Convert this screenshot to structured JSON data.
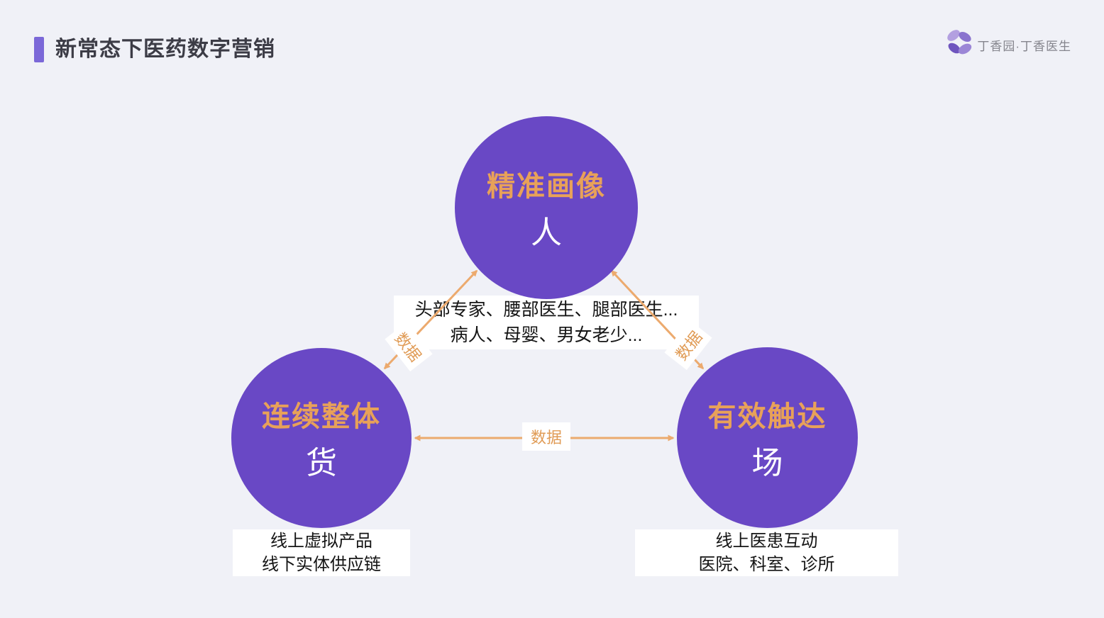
{
  "colors": {
    "bg": "#F0F1F7",
    "purple": "#6948C5",
    "bar": "#7B68D8",
    "title_color": "#3C3C46",
    "brand_color": "#85858D",
    "orange_text": "#E8A159",
    "orange_arrow": "#ECAA6E",
    "orange_label": "#E09B55"
  },
  "header": {
    "title": "新常态下医药数字营销"
  },
  "brand": {
    "name": "丁香园·丁香医生",
    "icon": "flower-icon"
  },
  "diagram": {
    "nodes": {
      "person": {
        "heading": "精准画像",
        "sub": "人"
      },
      "goods": {
        "heading": "连续整体",
        "sub": "货"
      },
      "place": {
        "heading": "有效触达",
        "sub": "场"
      }
    },
    "edges": {
      "person_goods_label": "数据",
      "person_place_label": "数据",
      "goods_place_label": "数据"
    },
    "notes": {
      "person": {
        "line1": "头部专家、腰部医生、腿部医生...",
        "line2": "病人、母婴、男女老少..."
      },
      "goods": {
        "line1": "线上虚拟产品",
        "line2": "线下实体供应链"
      },
      "place": {
        "line1": "线上医患互动",
        "line2": "医院、科室、诊所"
      }
    }
  }
}
